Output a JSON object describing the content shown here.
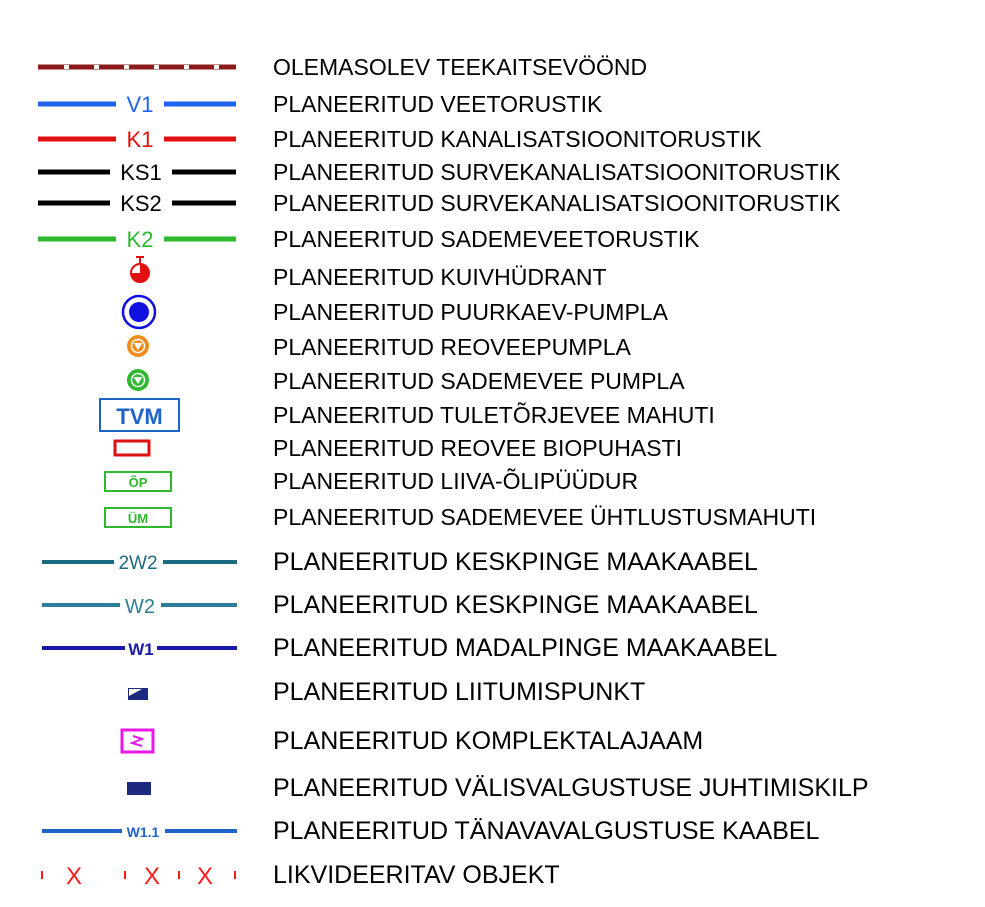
{
  "legend": {
    "items": [
      {
        "id": "road-protection-zone",
        "label": "OLEMASOLEV TEEKAITSEVÖÖND",
        "color": "#8b1a1a"
      },
      {
        "id": "water-pipe",
        "label": "PLANEERITUD VEETORUSTIK",
        "code": "V1",
        "color": "#1f63f0"
      },
      {
        "id": "sewer-pipe",
        "label": "PLANEERITUD KANALISATSIOONITORUSTIK",
        "code": "K1",
        "color": "#e01010"
      },
      {
        "id": "pressure-sewer-1",
        "label": "PLANEERITUD SURVEKANALISATSIOONITORUSTIK",
        "code": "KS1",
        "color": "#000000"
      },
      {
        "id": "pressure-sewer-2",
        "label": "PLANEERITUD SURVEKANALISATSIOONITORUSTIK",
        "code": "KS2",
        "color": "#000000"
      },
      {
        "id": "stormwater-pipe",
        "label": "PLANEERITUD SADEMEVEETORUSTIK",
        "code": "K2",
        "color": "#2eb82e"
      },
      {
        "id": "dry-hydrant",
        "label": "PLANEERITUD KUIVHÜDRANT",
        "color": "#e01010"
      },
      {
        "id": "borehole-pump",
        "label": "PLANEERITUD PUURKAEV-PUMPLA",
        "color": "#1010e0"
      },
      {
        "id": "sewage-pump",
        "label": "PLANEERITUD REOVEEPUMPLA",
        "color": "#f08c1e"
      },
      {
        "id": "storm-pump",
        "label": "PLANEERITUD SADEMEVEE PUMPLA",
        "color": "#2eb82e"
      },
      {
        "id": "fire-water-tank",
        "label": "PLANEERITUD TULETÕRJEVEE MAHUTI",
        "code": "TVM",
        "color": "#1f63c8"
      },
      {
        "id": "bio-treatment",
        "label": "PLANEERITUD REOVEE BIOPUHASTI",
        "color": "#e01010"
      },
      {
        "id": "oil-separator",
        "label": "PLANEERITUD LIIVA-ÕLIPÜÜDUR",
        "code": "ÕP",
        "color": "#2eb82e"
      },
      {
        "id": "equalization-tank",
        "label": "PLANEERITUD SADEMEVEE ÜHTLUSTUSMAHUTI",
        "code": "ÜM",
        "color": "#2eb82e"
      },
      {
        "id": "mv-cable-2w2",
        "label": "PLANEERITUD KESKPINGE MAAKAABEL",
        "code": "2W2",
        "color": "#1a6b82"
      },
      {
        "id": "mv-cable-w2",
        "label": "PLANEERITUD KESKPINGE MAAKAABEL",
        "code": "W2",
        "color": "#2a7f96"
      },
      {
        "id": "lv-cable",
        "label": "PLANEERITUD MADALPINGE MAAKAABEL",
        "code": "W1",
        "color": "#1a1aa6"
      },
      {
        "id": "connection-point",
        "label": "PLANEERITUD LIITUMISPUNKT",
        "color": "#1c2a80"
      },
      {
        "id": "substation",
        "label": "PLANEERITUD KOMPLEKTALAJAAM",
        "color": "#e619e6"
      },
      {
        "id": "lighting-control-panel",
        "label": "PLANEERITUD VÄLISVALGUSTUSE JUHTIMISKILP",
        "color": "#1c2a80"
      },
      {
        "id": "street-lighting-cable",
        "label": "PLANEERITUD TÄNAVAVALGUSTUSE KAABEL",
        "code": "W1.1",
        "color": "#1f63c8"
      },
      {
        "id": "object-to-remove",
        "label": "LIKVIDEERITAV OBJEKT",
        "code": "X",
        "color": "#ff1a1a"
      }
    ]
  }
}
